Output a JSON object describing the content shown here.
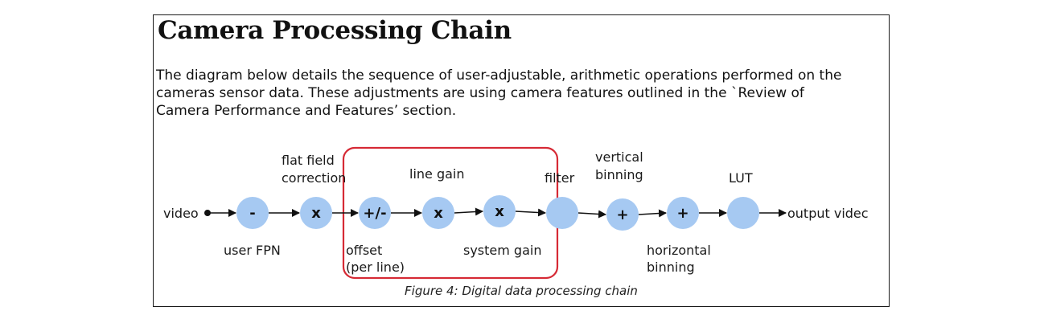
{
  "title": "Camera Processing Chain",
  "intro": {
    "line1": "The diagram below details the sequence of user-adjustable, arithmetic operations performed on the",
    "line2": "cameras sensor data. These adjustments are using camera features outlined in the `Review of",
    "line3": "Camera Performance and Features’ section."
  },
  "diagram": {
    "input": "video",
    "output": "output videc",
    "nodes": [
      {
        "symbol": "-"
      },
      {
        "symbol": "x"
      },
      {
        "symbol": "+/-"
      },
      {
        "symbol": "x"
      },
      {
        "symbol": "x"
      },
      {
        "symbol": ""
      },
      {
        "symbol": "+"
      },
      {
        "symbol": "+"
      },
      {
        "symbol": ""
      }
    ],
    "labels": {
      "flat_field_1": "flat field",
      "flat_field_2": "correction",
      "line_gain": "line gain",
      "filter": "filter",
      "vertical_1": "vertical",
      "vertical_2": "binning",
      "lut": "LUT",
      "user_fpn": "user FPN",
      "offset_1": "offset",
      "offset_2": "(per line)",
      "system_gain": "system gain",
      "horizontal_1": "horizontal",
      "horizontal_2": "binning"
    },
    "caption": "Figure 4: Digital data processing chain",
    "colors": {
      "node_fill": "#a6c9f2",
      "highlight": "#d62a35"
    }
  }
}
